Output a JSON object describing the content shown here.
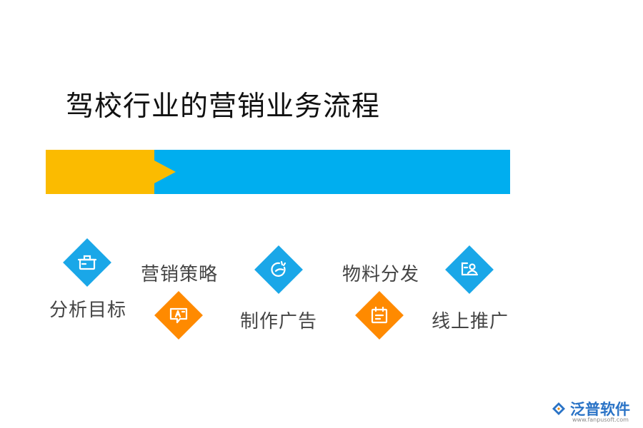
{
  "title": "驾校行业的营销业务流程",
  "steps": [
    {
      "label": "分析目标",
      "icon": "pot-icon",
      "color": "#1aa7e8"
    },
    {
      "label": "营销策略",
      "icon": "ad-icon",
      "color": "#ff8a00"
    },
    {
      "label": "制作广告",
      "icon": "target-icon",
      "color": "#1aa7e8"
    },
    {
      "label": "物料分发",
      "icon": "calendar-icon",
      "color": "#ff8a00"
    },
    {
      "label": "线上推广",
      "icon": "user-card-icon",
      "color": "#1aa7e8"
    }
  ],
  "banner": {
    "left_color": "#fbbb00",
    "right_color": "#00aeef"
  },
  "logo": {
    "name": "泛普软件",
    "url": "www.fanpusoft.com"
  }
}
